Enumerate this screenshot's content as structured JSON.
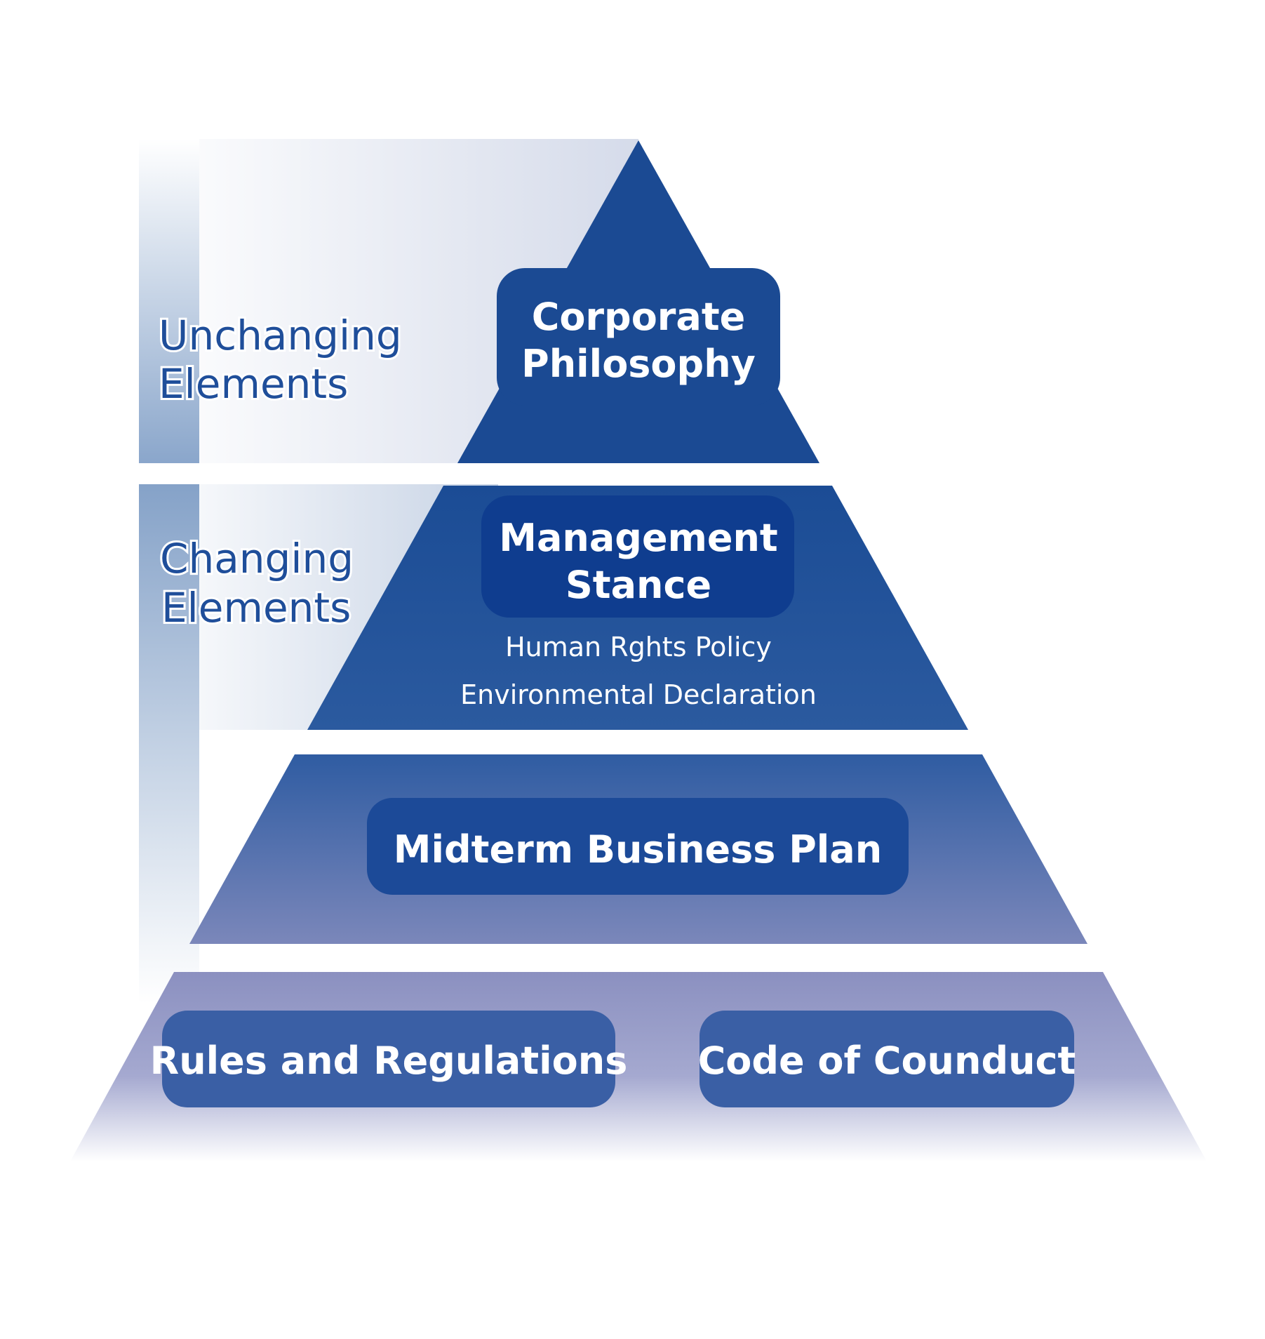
{
  "side_labels": {
    "unchanging": [
      "Unchanging",
      "Elements"
    ],
    "changing": [
      "Changing",
      "Elements"
    ]
  },
  "tiers": {
    "philosophy": {
      "title_lines": [
        "Corporate",
        "Philosophy"
      ]
    },
    "stance": {
      "title_lines": [
        "Management",
        "Stance"
      ],
      "items": [
        "Human Rghts Policy",
        "Environmental Declaration"
      ]
    },
    "plan": {
      "title": "Midterm Business Plan"
    },
    "base": {
      "left": "Rules and Regulations",
      "right": "Code of Counduct"
    }
  },
  "colors": {
    "navy": "#1b4a93",
    "navy_dark": "#0f3d8f",
    "box_plan": "#1c4a98",
    "box_base": "#3a5fa5",
    "label_blue": "#1f4e9a"
  }
}
